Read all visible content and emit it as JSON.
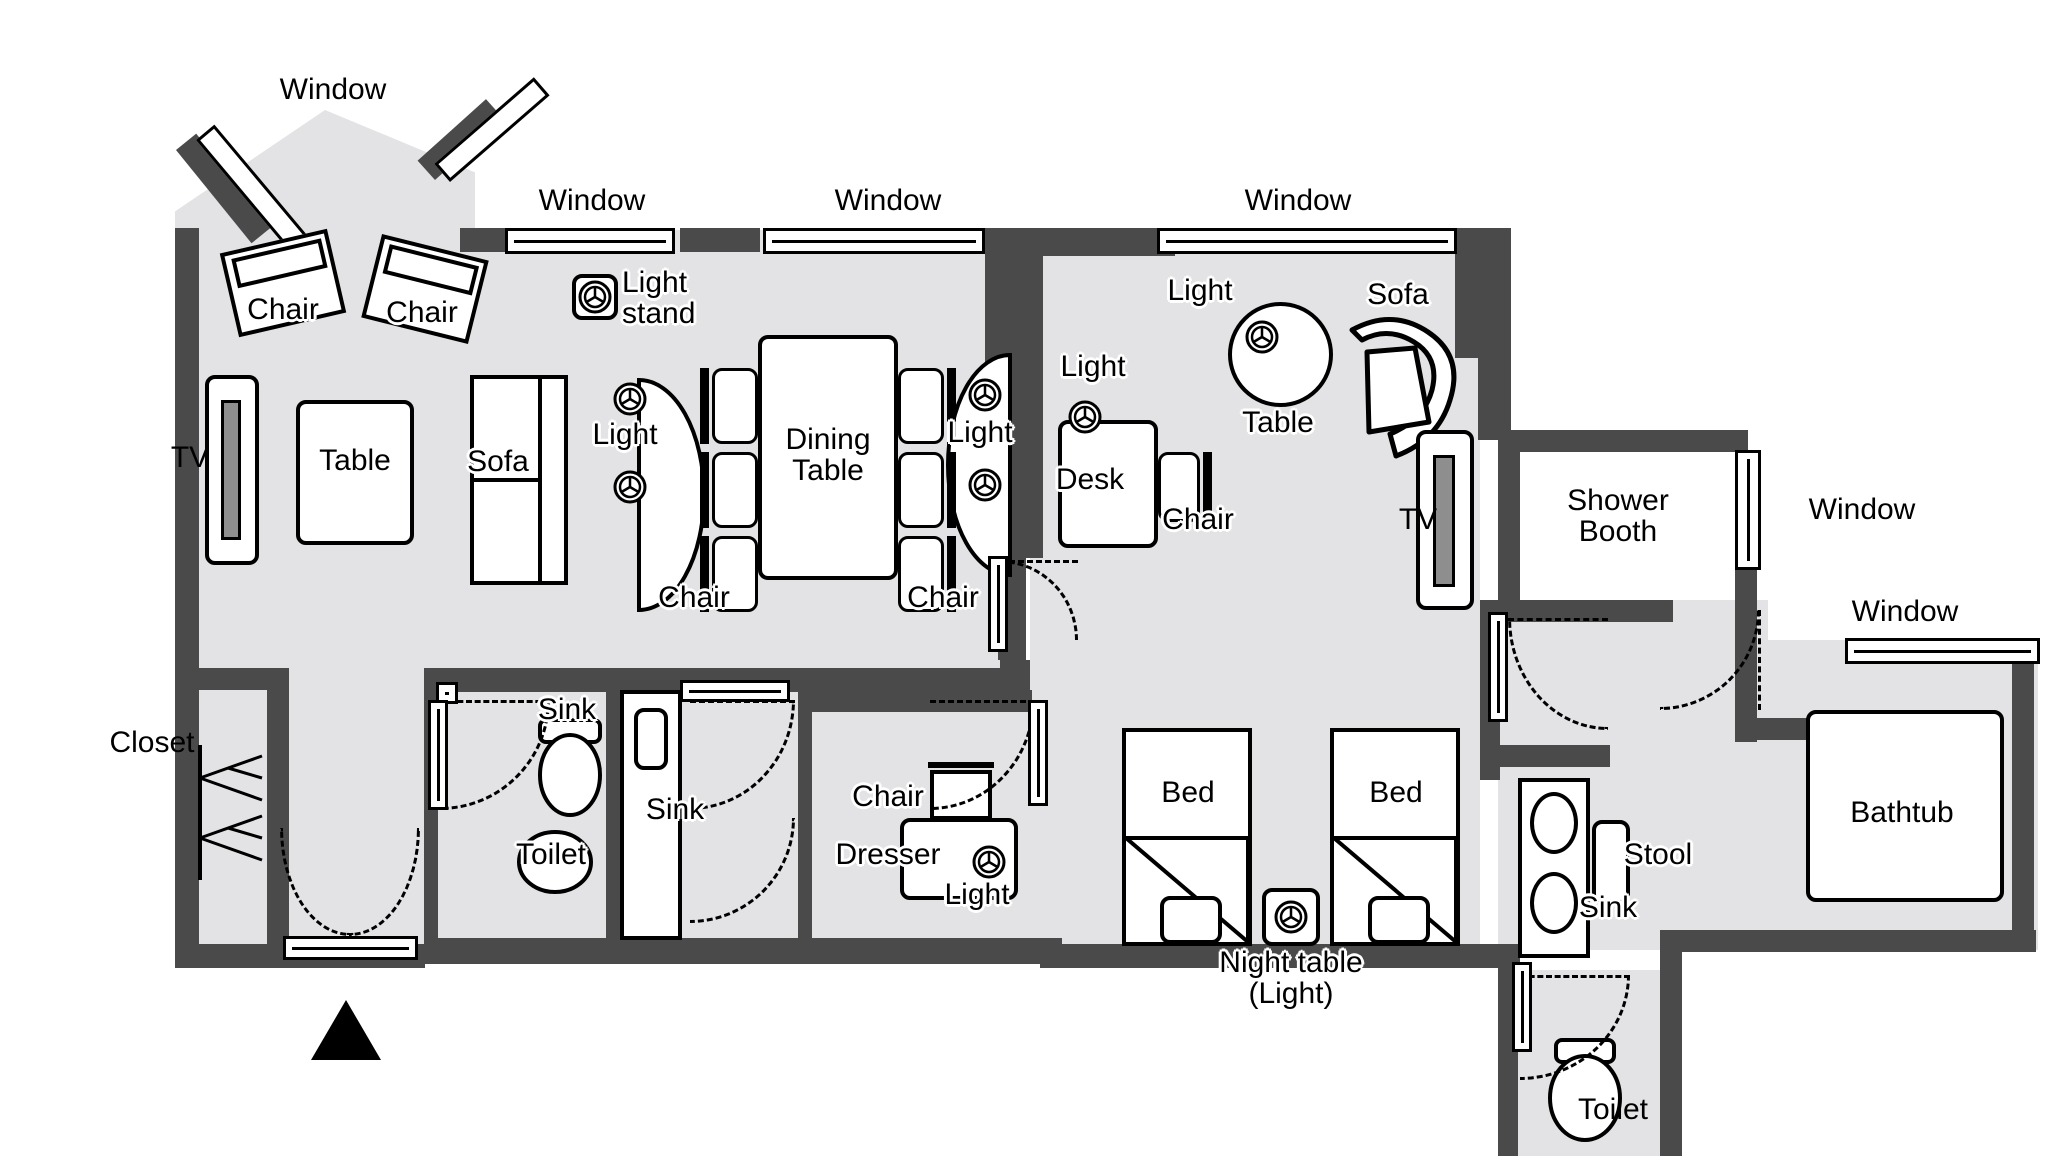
{
  "plan": {
    "title": "Apartment Floor Plan",
    "bg_color": "#ffffff",
    "room_fill": "#e3e3e5",
    "wall_color": "#4a4a4a",
    "line_color": "#000000"
  },
  "labels": {
    "window_bay": "Window",
    "window_living_left": "Window",
    "window_living_right": "Window",
    "window_bedroom": "Window",
    "window_shower": "Window",
    "window_bath": "Window",
    "chair_bay_left": "Chair",
    "chair_bay_right": "Chair",
    "tv_living": "TV",
    "table_living": "Table",
    "sofa_living": "Sofa",
    "light_stand": "Light\nstand",
    "light_sofa": "Light",
    "dining_table": "Dining\nTable",
    "chair_dining_left": "Chair",
    "chair_dining_right": "Chair",
    "light_dining_right": "Light",
    "light_desk": "Light",
    "desk": "Desk",
    "chair_desk": "Chair",
    "light_bedroom": "Light",
    "table_bedroom": "Table",
    "sofa_bedroom": "Sofa",
    "tv_bedroom": "TV",
    "shower_booth": "Shower\nBooth",
    "bathtub": "Bathtub",
    "stool": "Stool",
    "sink_bath_right": "Sink",
    "toilet_bottom": "Toilet",
    "closet": "Closet",
    "sink_left_a": "Sink",
    "sink_left_b": "Sink",
    "toilet_left": "Toilet",
    "chair_dresser": "Chair",
    "dresser": "Dresser",
    "light_dresser": "Light",
    "bed_left": "Bed",
    "bed_right": "Bed",
    "night_table": "Night table\n(Light)"
  },
  "icons": {
    "light": "light-fixture-icon",
    "entrance": "entrance-arrow-icon"
  },
  "rooms": [
    {
      "name": "living-dining-room"
    },
    {
      "name": "bedroom"
    },
    {
      "name": "shower-room"
    },
    {
      "name": "bathroom"
    },
    {
      "name": "powder-room-left"
    },
    {
      "name": "dressing-room"
    },
    {
      "name": "toilet-room"
    },
    {
      "name": "closet"
    }
  ]
}
